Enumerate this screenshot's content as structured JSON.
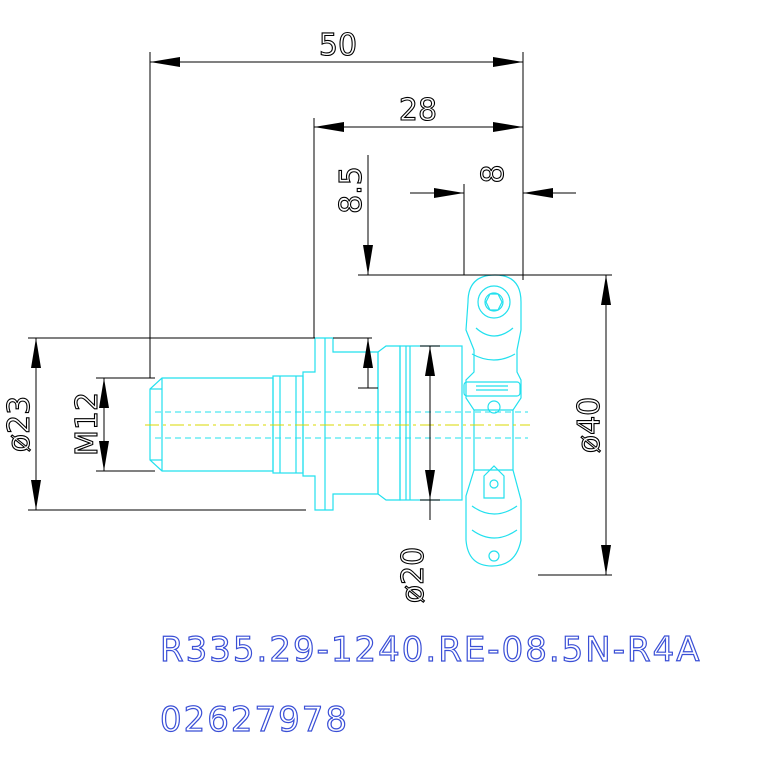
{
  "dimensions": {
    "overall_length": "50",
    "head_length": "28",
    "height": "8.5",
    "width": "8",
    "shank_diameter": "ø23",
    "thread": "M12",
    "collar_diameter": "ø20",
    "cutting_diameter": "ø40"
  },
  "caption": {
    "part_number": "R335.29-1240.RE-08.5N-R4A",
    "order_code": "02627978"
  },
  "colors": {
    "geometry": "#22e0ee",
    "dimensions": "#000000",
    "centerline": "#d8d800",
    "caption": "#3a4fd6"
  }
}
